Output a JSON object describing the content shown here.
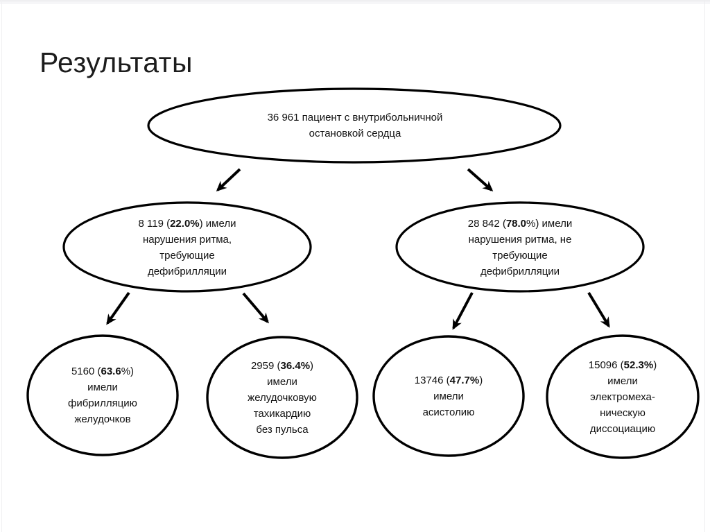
{
  "slide": {
    "title": "Результаты"
  },
  "colors": {
    "stroke": "#000000",
    "text": "#1a1a1a",
    "background": "#ffffff"
  },
  "diagram": {
    "root": {
      "line1_pre": "36 961 пациент с внутрибольничной",
      "line1_bold": "",
      "line1_post": "",
      "rest": [
        "остановкой сердца"
      ]
    },
    "l2_left": {
      "line1_pre": "8 119 (",
      "line1_bold": "22.0%",
      "line1_post": ") имели",
      "rest": [
        "нарушения ритма,",
        "требующие",
        "дефибрилляции"
      ]
    },
    "l2_right": {
      "line1_pre": "28 842 (",
      "line1_bold": "78.0",
      "line1_post": "%)  имели",
      "rest": [
        "нарушения ритма, не",
        "требующие",
        "дефибрилляции"
      ]
    },
    "l3_vf": {
      "line1_pre": "5160 (",
      "line1_bold": "63.6",
      "line1_post": "%)",
      "rest": [
        "имели",
        "фибрилляцию",
        "желудочков"
      ]
    },
    "l3_vt": {
      "line1_pre": "2959 (",
      "line1_bold": "36.4%",
      "line1_post": ")",
      "rest": [
        "имели",
        "желудочковую",
        "тахикардию",
        "без пульса"
      ]
    },
    "l3_asystole": {
      "line1_pre": "13746 (",
      "line1_bold": "47.7%",
      "line1_post": ")",
      "rest": [
        "имели",
        "асистолию"
      ]
    },
    "l3_emd": {
      "line1_pre": "15096 (",
      "line1_bold": "52.3%",
      "line1_post": ")",
      "rest": [
        "имели",
        "электромеха-",
        "ническую",
        "диссоциацию"
      ]
    }
  }
}
